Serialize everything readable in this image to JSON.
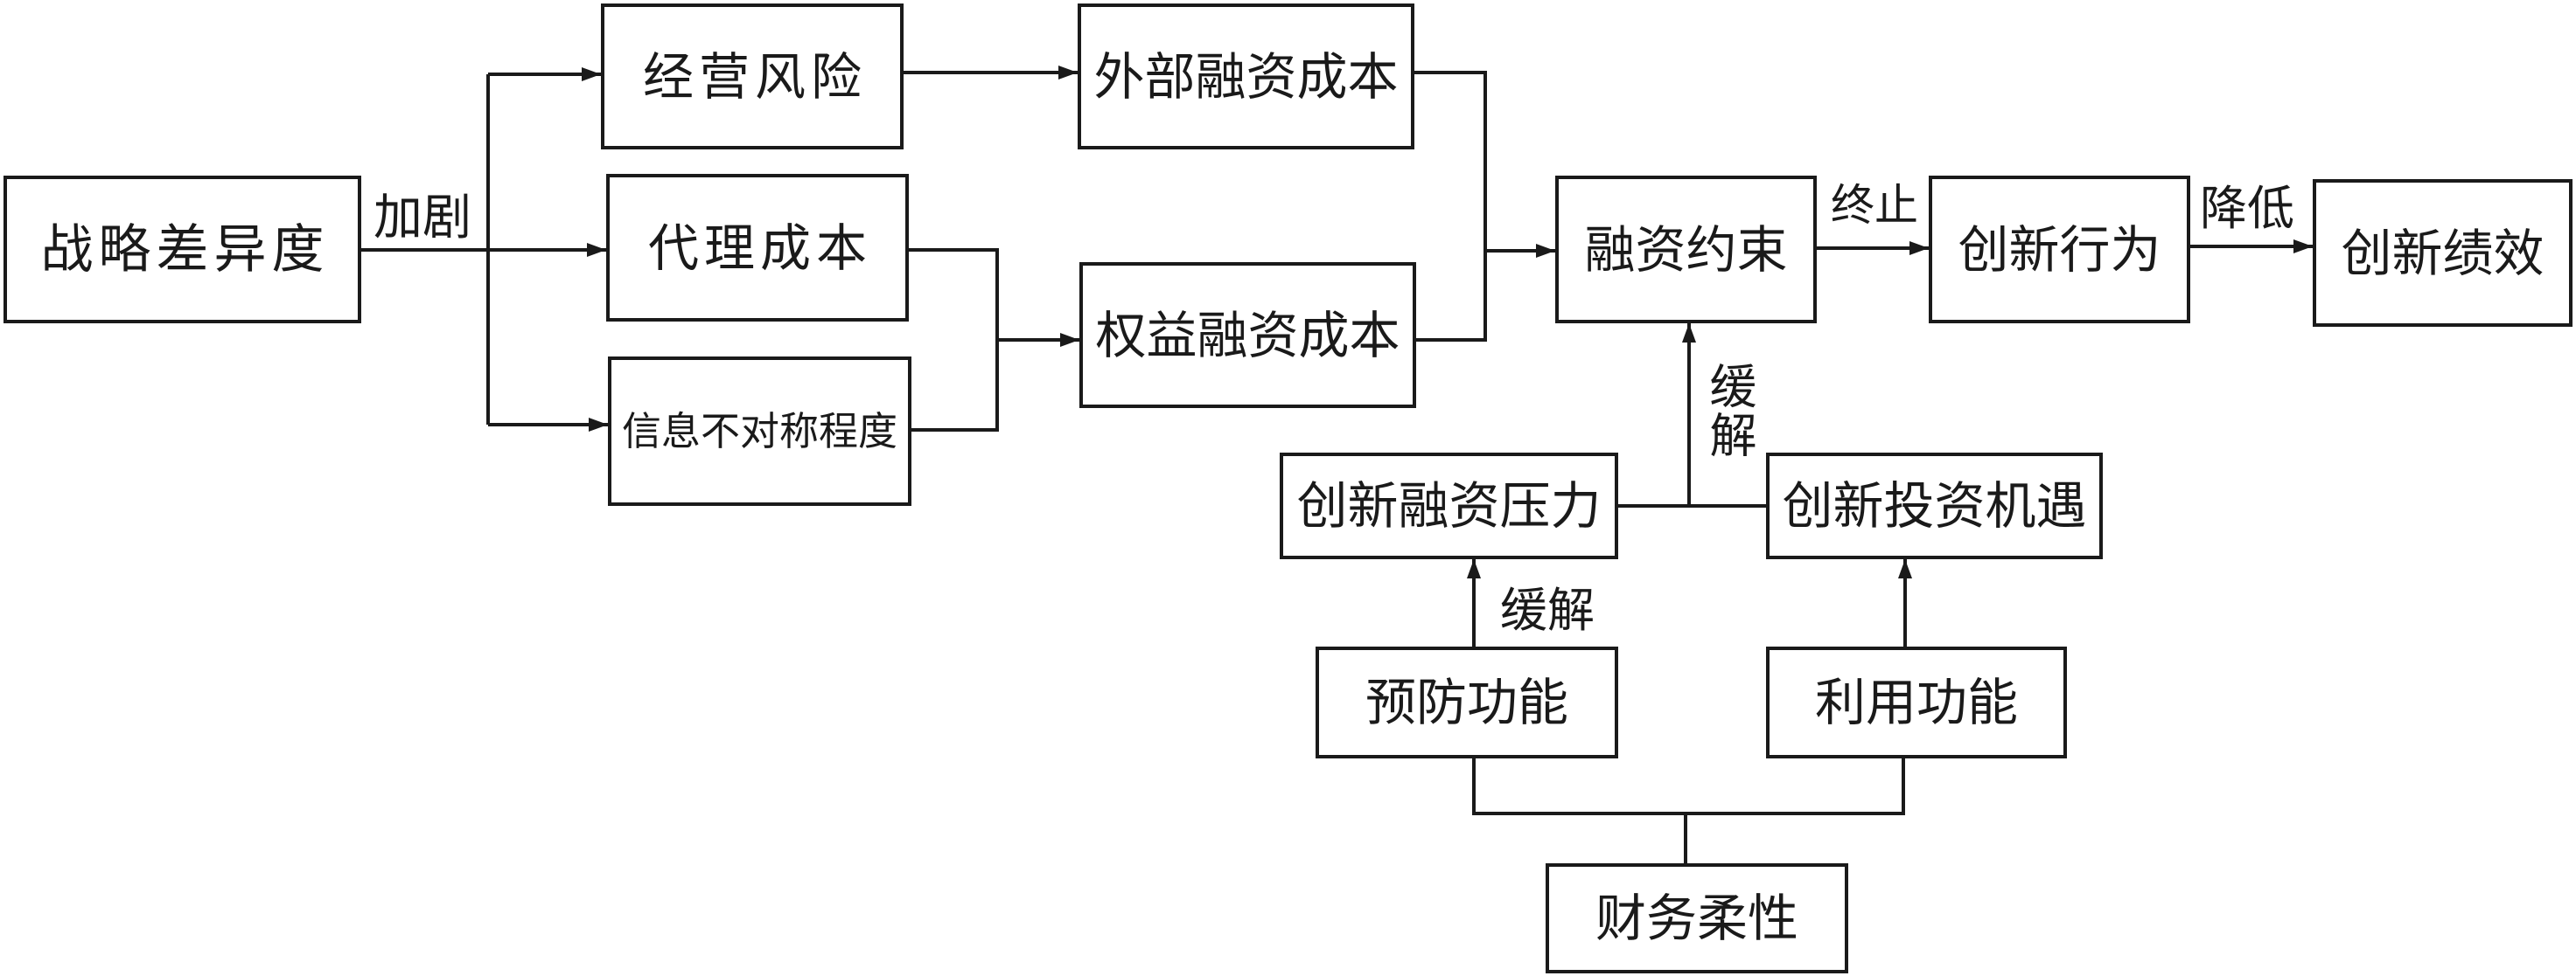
{
  "nodes": {
    "strategic_difference": "战略差异度",
    "operating_risk": "经营风险",
    "agency_cost": "代理成本",
    "info_asymmetry": "信息不对称程度",
    "external_financing_cost": "外部融资成本",
    "equity_financing_cost": "权益融资成本",
    "financing_constraint": "融资约束",
    "innovation_behavior": "创新行为",
    "innovation_performance": "创新绩效",
    "innovation_financing_pressure": "创新融资压力",
    "innovation_investment_opportunity": "创新投资机遇",
    "prevention_function": "预防功能",
    "utilization_function": "利用功能",
    "financial_flexibility": "财务柔性"
  },
  "edge_labels": {
    "intensify": "加剧",
    "terminate": "终止",
    "reduce": "降低",
    "alleviate_constraint": "缓解",
    "alleviate_pressure": "缓解"
  },
  "colors": {
    "line": "#1a1a1a",
    "background": "#ffffff"
  }
}
